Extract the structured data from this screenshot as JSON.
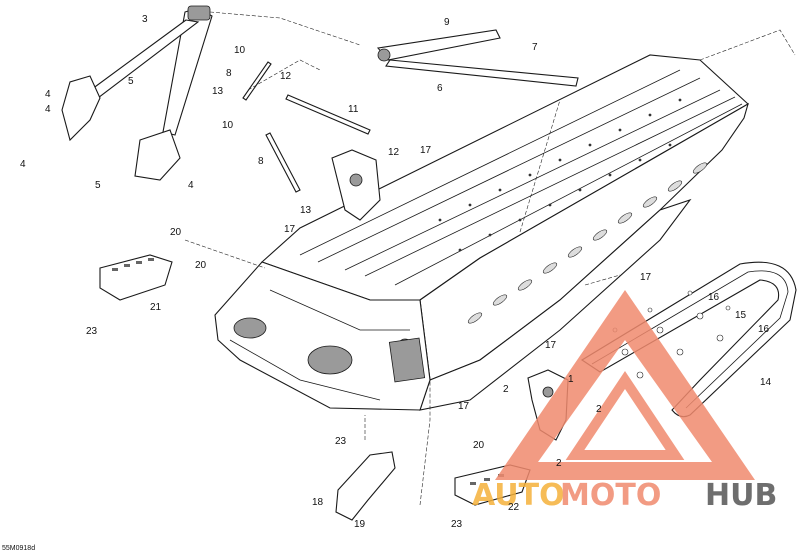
{
  "diagram": {
    "drawing_code": "55M0918d",
    "callouts": [
      {
        "id": "c3",
        "text": "3"
      },
      {
        "id": "c9",
        "text": "9"
      },
      {
        "id": "c7",
        "text": "7"
      },
      {
        "id": "c10a",
        "text": "10"
      },
      {
        "id": "c8a",
        "text": "8"
      },
      {
        "id": "c12a",
        "text": "12"
      },
      {
        "id": "c13a",
        "text": "13"
      },
      {
        "id": "c6",
        "text": "6"
      },
      {
        "id": "c5a",
        "text": "5"
      },
      {
        "id": "c4a",
        "text": "4"
      },
      {
        "id": "c4b",
        "text": "4"
      },
      {
        "id": "c5b",
        "text": "5"
      },
      {
        "id": "c4c",
        "text": "4"
      },
      {
        "id": "c4d",
        "text": "4"
      },
      {
        "id": "c11",
        "text": "11"
      },
      {
        "id": "c10b",
        "text": "10"
      },
      {
        "id": "c12b",
        "text": "12"
      },
      {
        "id": "c8b",
        "text": "8"
      },
      {
        "id": "c17a",
        "text": "17"
      },
      {
        "id": "c13b",
        "text": "13"
      },
      {
        "id": "c17b",
        "text": "17"
      },
      {
        "id": "c20a",
        "text": "20"
      },
      {
        "id": "c20b",
        "text": "20"
      },
      {
        "id": "c21",
        "text": "21"
      },
      {
        "id": "c23a",
        "text": "23"
      },
      {
        "id": "c17c",
        "text": "17"
      },
      {
        "id": "c16a",
        "text": "16"
      },
      {
        "id": "c15",
        "text": "15"
      },
      {
        "id": "c16b",
        "text": "16"
      },
      {
        "id": "c14",
        "text": "14"
      },
      {
        "id": "c17d",
        "text": "17"
      },
      {
        "id": "c1",
        "text": "1"
      },
      {
        "id": "c2a",
        "text": "2"
      },
      {
        "id": "c2b",
        "text": "2"
      },
      {
        "id": "c2c",
        "text": "2"
      },
      {
        "id": "c17e",
        "text": "17"
      },
      {
        "id": "c23b",
        "text": "23"
      },
      {
        "id": "c20c",
        "text": "20"
      },
      {
        "id": "c22",
        "text": "22"
      },
      {
        "id": "c18",
        "text": "18"
      },
      {
        "id": "c19",
        "text": "19"
      },
      {
        "id": "c23c",
        "text": "23"
      }
    ]
  },
  "watermark": {
    "part1": "AUTO",
    "part2": "MOTO",
    "part3": "HUB",
    "color_main": "#f08a6e",
    "color_accent": "#f5b13a",
    "color_dark": "#555555"
  }
}
